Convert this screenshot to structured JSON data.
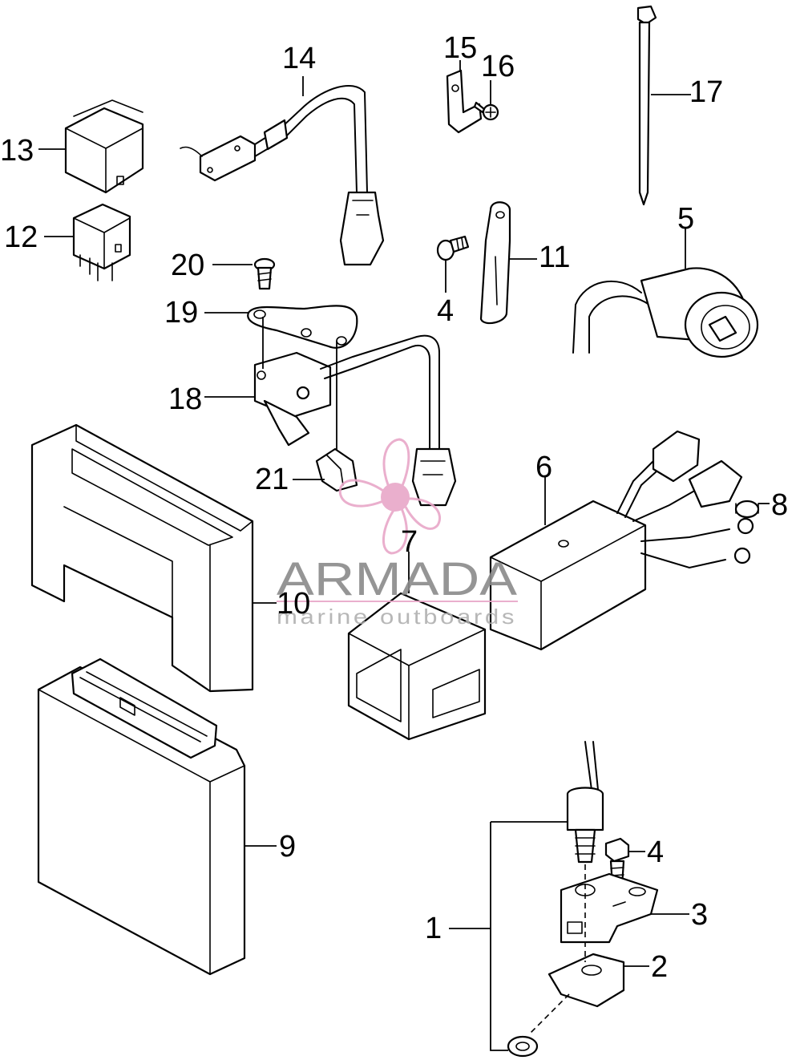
{
  "callouts": [
    {
      "id": "n1",
      "text": "1"
    },
    {
      "id": "n2",
      "text": "2"
    },
    {
      "id": "n3",
      "text": "3"
    },
    {
      "id": "n4a",
      "text": "4"
    },
    {
      "id": "n4b",
      "text": "4"
    },
    {
      "id": "n5",
      "text": "5"
    },
    {
      "id": "n6",
      "text": "6"
    },
    {
      "id": "n7",
      "text": "7"
    },
    {
      "id": "n8",
      "text": "8"
    },
    {
      "id": "n9",
      "text": "9"
    },
    {
      "id": "n10",
      "text": "10"
    },
    {
      "id": "n11",
      "text": "11"
    },
    {
      "id": "n12",
      "text": "12"
    },
    {
      "id": "n13",
      "text": "13"
    },
    {
      "id": "n14",
      "text": "14"
    },
    {
      "id": "n15",
      "text": "15"
    },
    {
      "id": "n16",
      "text": "16"
    },
    {
      "id": "n17",
      "text": "17"
    },
    {
      "id": "n18",
      "text": "18"
    },
    {
      "id": "n19",
      "text": "19"
    },
    {
      "id": "n20",
      "text": "20"
    },
    {
      "id": "n21",
      "text": "21"
    }
  ],
  "watermark": {
    "brand": "ARMADA",
    "tagline": "marine outboards",
    "color": "#e8a7c8"
  }
}
